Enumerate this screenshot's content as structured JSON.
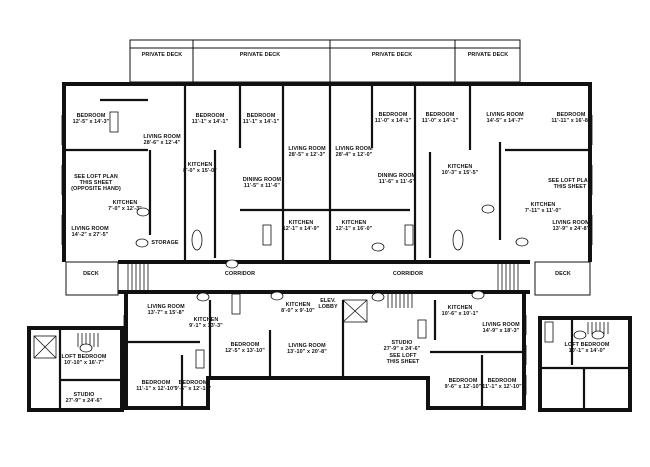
{
  "decks": {
    "private_1": "PRIVATE DECK",
    "private_2": "PRIVATE DECK",
    "private_3": "PRIVATE DECK",
    "private_4": "PRIVATE DECK",
    "deck_left": "DECK",
    "deck_right": "DECK"
  },
  "circulation": {
    "corridor_left": "CORRIDOR",
    "corridor_right": "CORRIDOR",
    "elev_lobby_1": "ELEV.",
    "elev_lobby_2": "LOBBY",
    "storage": "STORAGE"
  },
  "rooms": [
    {
      "name": "BEDROOM",
      "dims": "12'-5\" x 14'-3\""
    },
    {
      "name": "LIVING ROOM",
      "dims": "28'-6\" x 12'-4\""
    },
    {
      "name": "KITCHEN",
      "dims": "8'-0\" x 15'-0\""
    },
    {
      "name": "KITCHEN",
      "dims": "7'-0\" x 12'-3\""
    },
    {
      "name": "LIVING ROOM",
      "dims": "14'-2\" x 27'-5\""
    },
    {
      "name": "BEDROOM",
      "dims": "11'-1\" x 14'-1\""
    },
    {
      "name": "BEDROOM",
      "dims": "11'-1\" x 14'-1\""
    },
    {
      "name": "DINING ROOM",
      "dims": "11'-5\" x 11'-6\""
    },
    {
      "name": "LIVING ROOM",
      "dims": "28'-5\" x 12'-3\""
    },
    {
      "name": "LIVING ROOM",
      "dims": "28'-4\" x 12'-0\""
    },
    {
      "name": "BEDROOM",
      "dims": "11'-0\" x 14'-1\""
    },
    {
      "name": "BEDROOM",
      "dims": "11'-0\" x 14'-1\""
    },
    {
      "name": "DINING ROOM",
      "dims": "11'-6\" x 11'-6\""
    },
    {
      "name": "KITCHEN",
      "dims": "12'-1\" x 14'-9\""
    },
    {
      "name": "KITCHEN",
      "dims": "12'-1\" x 16'-0\""
    },
    {
      "name": "KITCHEN",
      "dims": "10'-3\" x 15'-5\""
    },
    {
      "name": "LIVING ROOM",
      "dims": "14'-5\" x 14'-7\""
    },
    {
      "name": "BEDROOM",
      "dims": "11'-11\" x 16'-8\""
    },
    {
      "name": "KITCHEN",
      "dims": "7'-11\" x 11'-0\""
    },
    {
      "name": "LIVING ROOM",
      "dims": "13'-9\" x 24'-8\""
    },
    {
      "name": "LIVING ROOM",
      "dims": "13'-7\" x 15'-8\""
    },
    {
      "name": "KITCHEN",
      "dims": "9'-1\" x 13'-3\""
    },
    {
      "name": "KITCHEN",
      "dims": "8'-0\" x 9'-10\""
    },
    {
      "name": "BEDROOM",
      "dims": "12'-5\" x 13'-10\""
    },
    {
      "name": "LIVING ROOM",
      "dims": "13'-10\" x 20'-8\""
    },
    {
      "name": "BEDROOM",
      "dims": "11'-1\" x 12'-10\""
    },
    {
      "name": "BEDROOM",
      "dims": "9'-6\" x 12'-10\""
    },
    {
      "name": "LOFT BEDROOM",
      "dims": "10'-10\" x 16'-7\""
    },
    {
      "name": "STUDIO",
      "dims": "27'-9\" x 24'-6\""
    },
    {
      "name": "KITCHEN",
      "dims": "10'-6\" x 10'-1\""
    },
    {
      "name": "LIVING ROOM",
      "dims": "14'-9\" x 18'-3\""
    },
    {
      "name": "STUDIO",
      "dims": "27'-9\" x 24'-6\""
    },
    {
      "name": "BEDROOM",
      "dims": "9'-6\" x 12'-10\""
    },
    {
      "name": "BEDROOM",
      "dims": "11'-1\" x 12'-10\""
    },
    {
      "name": "LOFT BEDROOM",
      "dims": "10'-1\" x 14'-0\""
    }
  ],
  "notes": {
    "loft_opposite": [
      "SEE LOFT PLAN",
      "THIS SHEET",
      "(OPPOSITE HAND)"
    ],
    "loft_right": [
      "SEE LOFT PLAN",
      "THIS SHEET"
    ],
    "loft_studio": [
      "SEE LOFT",
      "THIS SHEET"
    ]
  },
  "colors": {
    "ink": "#111111",
    "paper": "#ffffff"
  }
}
